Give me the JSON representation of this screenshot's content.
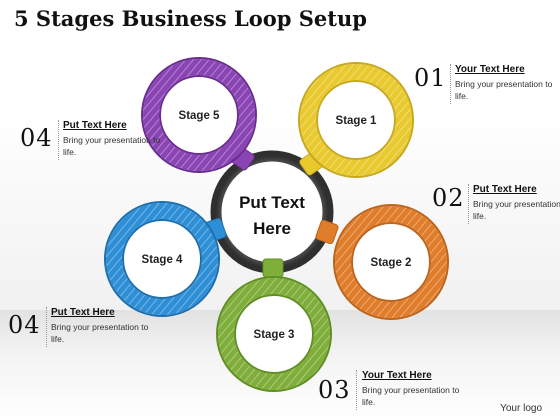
{
  "title": "5 Stages Business Loop Setup",
  "center": {
    "line1": "Put Text",
    "line2": "Here"
  },
  "stages": [
    {
      "label": "Stage 1",
      "color": "#e8c92e"
    },
    {
      "label": "Stage 2",
      "color": "#e07d2a"
    },
    {
      "label": "Stage 3",
      "color": "#7fae3a"
    },
    {
      "label": "Stage 4",
      "color": "#2e8fd6"
    },
    {
      "label": "Stage 5",
      "color": "#8a44b4"
    }
  ],
  "callouts": [
    {
      "number": "01",
      "heading": "Your Text Here",
      "body": "Bring your presentation to life."
    },
    {
      "number": "02",
      "heading": "Put Text Here",
      "body": "Bring your presentation to life."
    },
    {
      "number": "03",
      "heading": "Your Text Here",
      "body": "Bring your presentation to life."
    },
    {
      "number": "04",
      "heading": "Put Text Here",
      "body": "Bring your presentation to life."
    },
    {
      "number": "04",
      "heading": "Put Text Here",
      "body": "Bring your presentation to life."
    }
  ],
  "logo": "Your logo"
}
